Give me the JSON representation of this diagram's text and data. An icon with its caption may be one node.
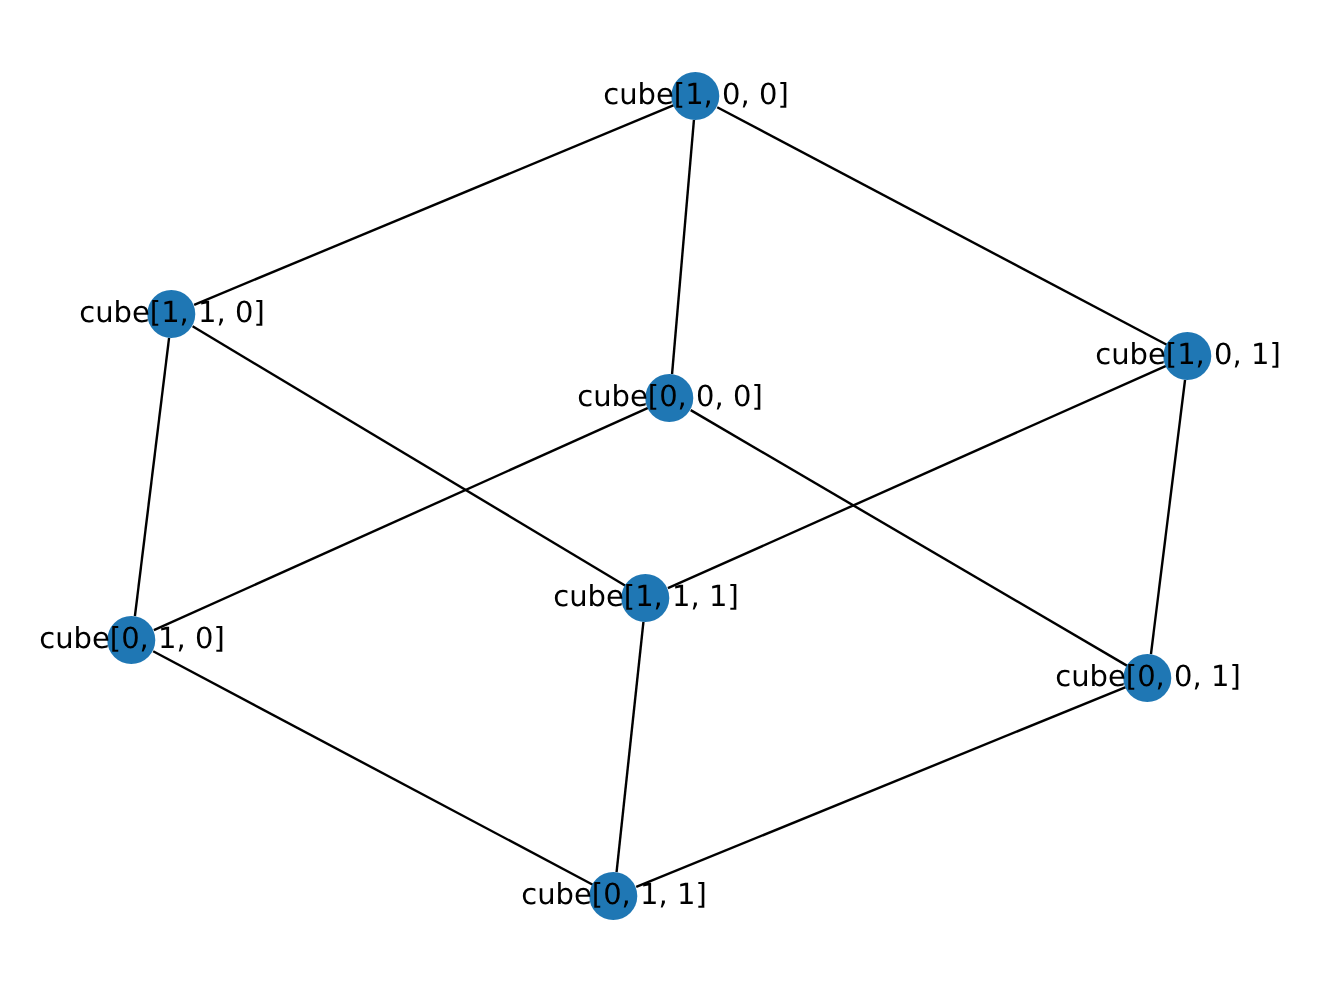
{
  "diagram": {
    "nodes": [
      {
        "text": [
          "cube[1, 0, 0]"
        ]
      },
      {
        "text": [
          "cube[1, 1, 0]"
        ]
      },
      {
        "text": [
          "cube[0, 0, 0]"
        ]
      },
      {
        "text": [
          "cube[1, 0, 1]"
        ]
      },
      {
        "text": [
          "cube[1, 1, 1]"
        ]
      },
      {
        "text": [
          "cube[0, 1, 0]"
        ]
      },
      {
        "text": [
          "cube[0, 0, 1]"
        ]
      },
      {
        "text": [
          "cube[0, 1, 1]"
        ]
      }
    ],
    "edges": [
      {
        "from": 0,
        "to": 1,
        "arrow": "none"
      },
      {
        "from": 0,
        "to": 2,
        "arrow": "none"
      },
      {
        "from": 0,
        "to": 3,
        "arrow": "none"
      },
      {
        "from": 1,
        "to": 5,
        "arrow": "none"
      },
      {
        "from": 1,
        "to": 4,
        "arrow": "none"
      },
      {
        "from": 2,
        "to": 5,
        "arrow": "none"
      },
      {
        "from": 2,
        "to": 6,
        "arrow": "none"
      },
      {
        "from": 3,
        "to": 4,
        "arrow": "none"
      },
      {
        "from": 3,
        "to": 6,
        "arrow": "none"
      },
      {
        "from": 5,
        "to": 7,
        "arrow": "none"
      },
      {
        "from": 6,
        "to": 7,
        "arrow": "none"
      },
      {
        "from": 4,
        "to": 7,
        "arrow": "none"
      }
    ]
  }
}
